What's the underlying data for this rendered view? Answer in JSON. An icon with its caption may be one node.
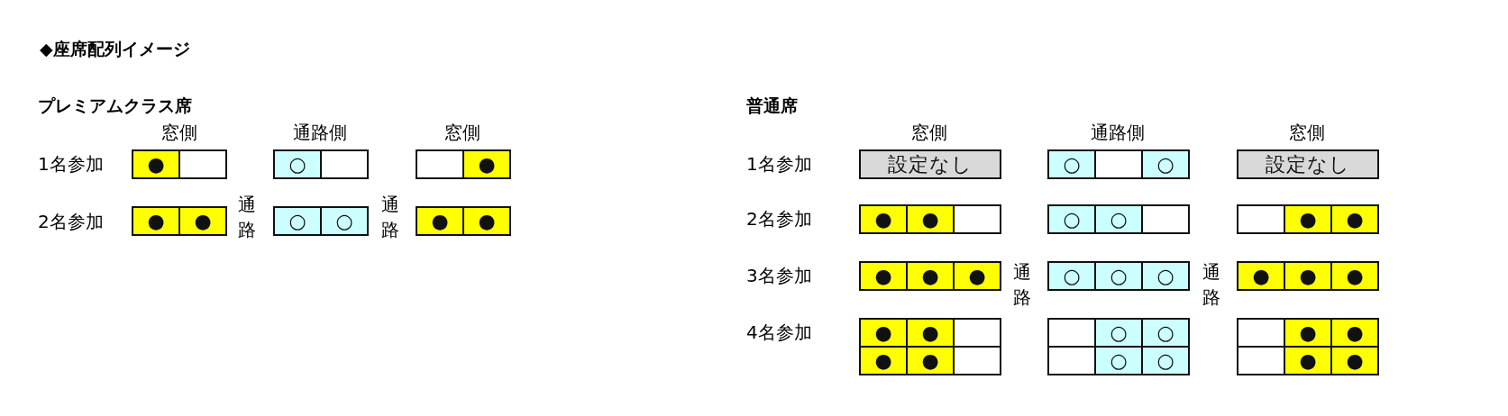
{
  "diagram": {
    "title": "◆座席配列イメージ",
    "nodes": [
      {
        "text": [
          "●"
        ]
      },
      {
        "text": [],
        "shape": "box"
      },
      {
        "text": [
          "○"
        ]
      },
      {
        "text": [],
        "shape": "box"
      },
      {
        "text": [],
        "shape": "box"
      },
      {
        "text": [
          "●"
        ]
      },
      {
        "text": [
          "●"
        ]
      },
      {
        "text": [
          "●"
        ]
      },
      {
        "text": [
          "○"
        ]
      },
      {
        "text": [
          "○"
        ]
      },
      {
        "text": [
          "●"
        ]
      },
      {
        "text": [
          "●"
        ]
      },
      {
        "text": [
          "設定なし"
        ]
      },
      {
        "text": [
          "○"
        ]
      },
      {
        "text": [],
        "shape": "box"
      },
      {
        "text": [
          "○"
        ]
      },
      {
        "text": [
          "設定なし"
        ]
      },
      {
        "text": [
          "●"
        ]
      },
      {
        "text": [
          "●"
        ]
      },
      {
        "text": [],
        "shape": "box"
      },
      {
        "text": [
          "○"
        ]
      },
      {
        "text": [
          "○"
        ]
      },
      {
        "text": [],
        "shape": "box"
      },
      {
        "text": [],
        "shape": "box"
      },
      {
        "text": [
          "●"
        ]
      },
      {
        "text": [
          "●"
        ]
      },
      {
        "text": [
          "●"
        ]
      },
      {
        "text": [
          "●"
        ]
      },
      {
        "text": [
          "●"
        ]
      },
      {
        "text": [
          "○"
        ]
      },
      {
        "text": [
          "○"
        ]
      },
      {
        "text": [
          "○"
        ]
      },
      {
        "text": [
          "●"
        ]
      },
      {
        "text": [
          "●"
        ]
      },
      {
        "text": [
          "●"
        ]
      },
      {
        "text": [
          "●"
        ]
      },
      {
        "text": [
          "●"
        ]
      },
      {
        "text": [],
        "shape": "box"
      },
      {
        "text": [],
        "shape": "box"
      },
      {
        "text": [
          "○"
        ]
      },
      {
        "text": [
          "○"
        ]
      },
      {
        "text": [],
        "shape": "box"
      },
      {
        "text": [
          "●"
        ]
      },
      {
        "text": [
          "●"
        ]
      },
      {
        "text": [
          "●"
        ]
      },
      {
        "text": [
          "●"
        ]
      },
      {
        "text": [],
        "shape": "box"
      },
      {
        "text": [],
        "shape": "box"
      },
      {
        "text": [
          "○"
        ]
      },
      {
        "text": [
          "○"
        ]
      },
      {
        "text": [],
        "shape": "box"
      },
      {
        "text": [
          "●"
        ]
      },
      {
        "text": [
          "●"
        ]
      }
    ],
    "labels": [
      "プレミアムクラス席",
      "窓側",
      "通路側",
      "窓側",
      "1名参加",
      "2名参加",
      "通路",
      "通路",
      "普通席",
      "窓側",
      "通路側",
      "窓側",
      "1名参加",
      "2名参加",
      "3名参加",
      "通路",
      "通路",
      "4名参加"
    ]
  }
}
